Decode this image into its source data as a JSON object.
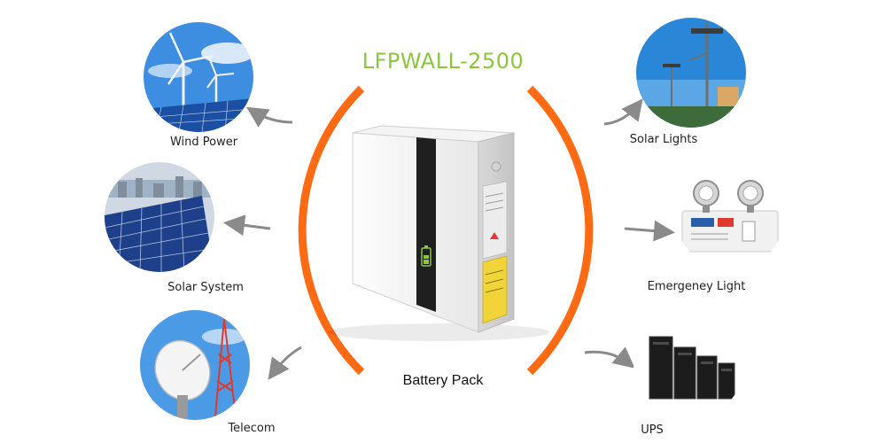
{
  "title": "LFPWALL-2500",
  "center_label": "Battery Pack",
  "applications": {
    "wind_power": "Wind Power",
    "solar_system": "Solar System",
    "telecom": "Telecom",
    "solar_lights": "Solar Lights",
    "emergency_light": "Emergeney Light",
    "ups": "UPS"
  },
  "colors": {
    "arc": "#ff6a13",
    "title": "#8cc63f",
    "arrow": "#8a8a8a",
    "sky": "#3d8ee0"
  },
  "icons": [
    "wind-turbine-icon",
    "solar-panel-icon",
    "satellite-dish-icon",
    "street-light-icon",
    "emergency-lamp-icon",
    "ups-tower-icon",
    "battery-icon"
  ]
}
